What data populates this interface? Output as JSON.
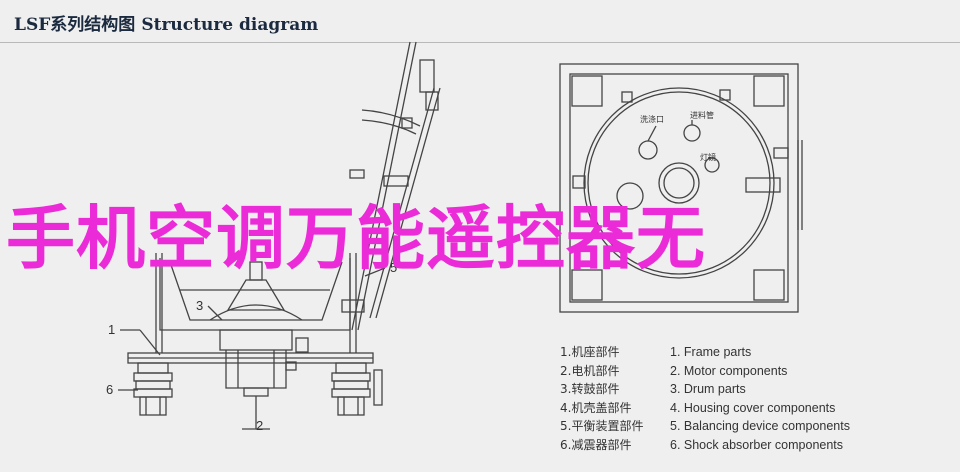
{
  "header": {
    "title_cn": "LSF系列结构图",
    "title_en": "Structure diagram"
  },
  "callouts": [
    "1",
    "2",
    "3",
    "5",
    "6"
  ],
  "legend": {
    "cn": [
      "1.机座部件",
      "2.电机部件",
      "3.转鼓部件",
      "4.机壳盖部件",
      "5.平衡装置部件",
      "6.减震器部件"
    ],
    "en": [
      "1. Frame parts",
      "2. Motor components",
      "3. Drum parts",
      "4. Housing cover components",
      "5. Balancing device components",
      "6. Shock absorber components"
    ]
  },
  "plan_labels": {
    "wash_port": "洗涤口",
    "feed_pipe": "进料管",
    "lamp": "灯镜"
  },
  "overlay_text": "手机空调万能遥控器无"
}
